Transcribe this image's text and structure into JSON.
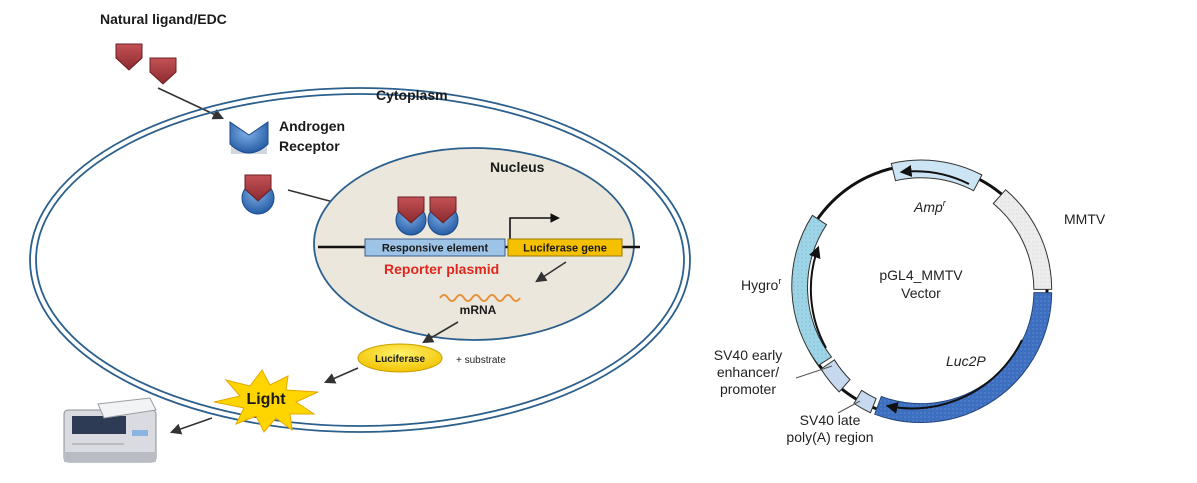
{
  "left_diagram": {
    "ligand_label": "Natural ligand/EDC",
    "cytoplasm_label": "Cytoplasm",
    "receptor_label_line1": "Androgen",
    "receptor_label_line2": "Receptor",
    "nucleus_label": "Nucleus",
    "responsive_element_label": "Responsive element",
    "luciferase_gene_label": "Luciferase gene",
    "reporter_plasmid_label": "Reporter plasmid",
    "mrna_label": "mRNA",
    "luciferase_label": "Luciferase",
    "substrate_label": "+ substrate",
    "light_label": "Light"
  },
  "plasmid_map": {
    "center_line1": "pGL4_MMTV",
    "center_line2": "Vector",
    "amp_label": "Amp",
    "amp_sup": "r",
    "mmtv_label": "MMTV",
    "luc_label": "Luc2P",
    "hygro_label": "Hygro",
    "hygro_sup": "r",
    "sv40_early_line1": "SV40 early",
    "sv40_early_line2": "enhancer/",
    "sv40_early_line3": "promoter",
    "sv40_late_line1": "SV40 late",
    "sv40_late_line2": "poly(A) region"
  },
  "colors": {
    "ligand": "#a33a3f",
    "receptor": "#3d72b8",
    "membrane": "#2b5f8c",
    "nucleus_fill": "#ebe7dd",
    "responsive_element": "#9dc3e6",
    "luciferase_gene": "#f5c000",
    "reporter_text": "#e0261d",
    "mrna": "#e8913a",
    "light_star": "#ffd500",
    "amp": "#cde4f5",
    "mmtv": "#ececec",
    "luc": "#3d6fc0",
    "hygro": "#9fd4e6",
    "sv40": "#c6d9ef"
  }
}
